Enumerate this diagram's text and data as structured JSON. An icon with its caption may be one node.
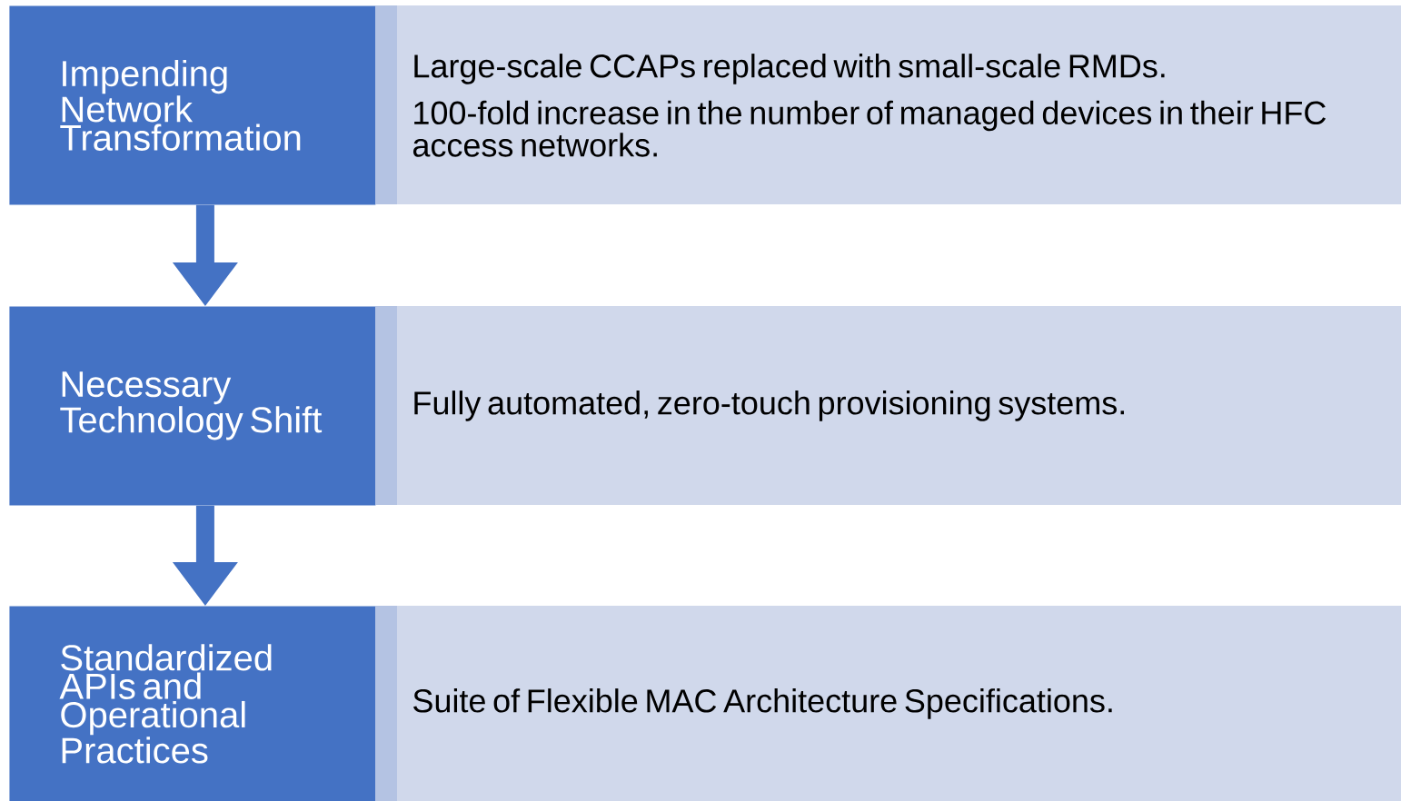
{
  "diagram": {
    "nodes": [
      {
        "text": [
          "Impending Network Transformation"
        ]
      },
      {
        "text": [
          "Large-scale CCAPs replaced with small-scale RMDs.",
          "100-fold increase in the number of managed devices in their HFC access networks."
        ]
      },
      {
        "text": [
          "Necessary Technology Shift"
        ]
      },
      {
        "text": [
          "Fully automated, zero-touch provisioning systems."
        ]
      },
      {
        "text": [
          "Standardized APIs and Operational Practices"
        ]
      },
      {
        "text": [
          "Suite of Flexible MAC Architecture Specifications."
        ]
      }
    ],
    "edges": [
      {
        "from": 0,
        "to": 2,
        "arrow": "to"
      },
      {
        "from": 2,
        "to": 4,
        "arrow": "to"
      }
    ]
  }
}
